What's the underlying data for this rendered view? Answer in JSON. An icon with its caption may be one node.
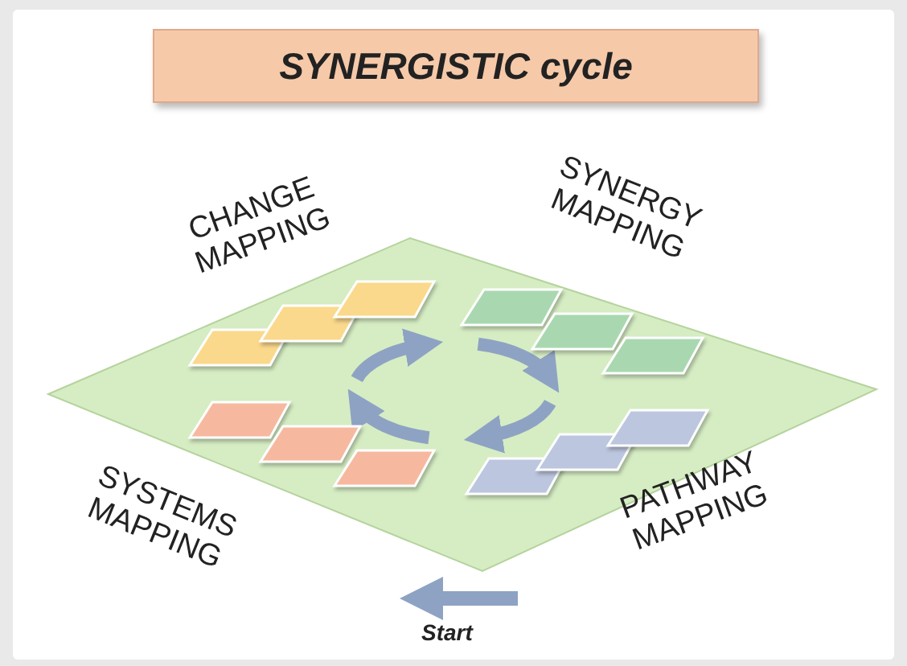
{
  "diagram": {
    "nodes": [
      {
        "text": [
          "SYNERGISTIC cycle"
        ]
      },
      {
        "text": [
          "CHANGE MAPPING"
        ]
      },
      {
        "text": [
          "SYNERGY MAPPING"
        ]
      },
      {
        "text": [
          "SYSTEMS MAPPING"
        ]
      },
      {
        "text": [
          "PATHWAY MAPPING"
        ]
      }
    ],
    "edges": [
      {
        "from": 1,
        "to": 2,
        "arrow": "to"
      },
      {
        "from": 2,
        "to": 4,
        "arrow": "to"
      },
      {
        "from": 4,
        "to": 3,
        "arrow": "to"
      },
      {
        "from": 3,
        "to": 1,
        "arrow": "to"
      }
    ],
    "labels": [
      "Start"
    ]
  }
}
